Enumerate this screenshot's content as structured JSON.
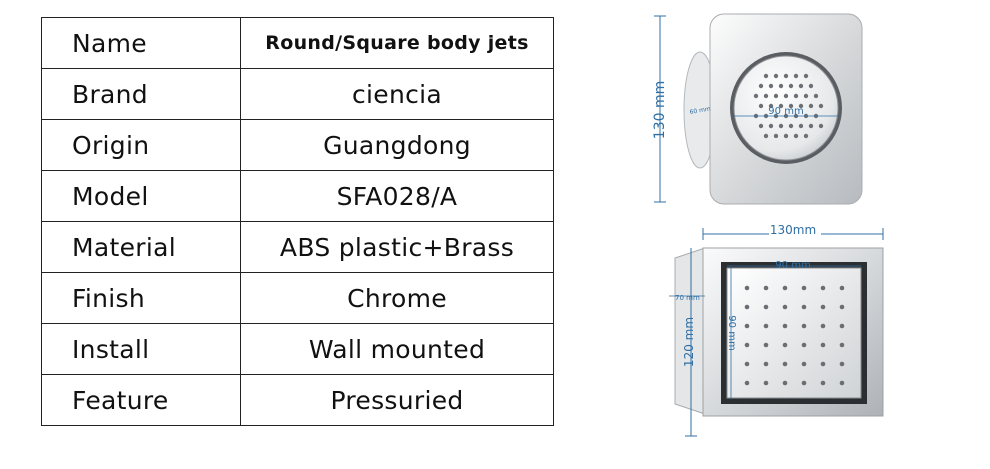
{
  "spec_table": {
    "rows": [
      {
        "label": "Name",
        "value": "Round/Square body jets"
      },
      {
        "label": "Brand",
        "value": "ciencia"
      },
      {
        "label": "Origin",
        "value": "Guangdong"
      },
      {
        "label": "Model",
        "value": "SFA028/A"
      },
      {
        "label": "Material",
        "value": "ABS plastic+Brass"
      },
      {
        "label": "Finish",
        "value": "Chrome"
      },
      {
        "label": "Install",
        "value": "Wall mounted"
      },
      {
        "label": "Feature",
        "value": "Pressuried"
      }
    ]
  },
  "round_jet": {
    "height_label": "130 mm",
    "depth_label": "60 mm",
    "diameter_label": "90 mm"
  },
  "square_jet": {
    "width_label": "130mm",
    "inner_width_label": "90 mm",
    "depth_label": "70 mm",
    "height_label": "120 mm",
    "inner_height_label": "90 mm"
  },
  "colors": {
    "dimension_line": "#2f6fa4",
    "chrome_light": "#f4f5f6",
    "chrome_dark": "#9ea3a8"
  }
}
